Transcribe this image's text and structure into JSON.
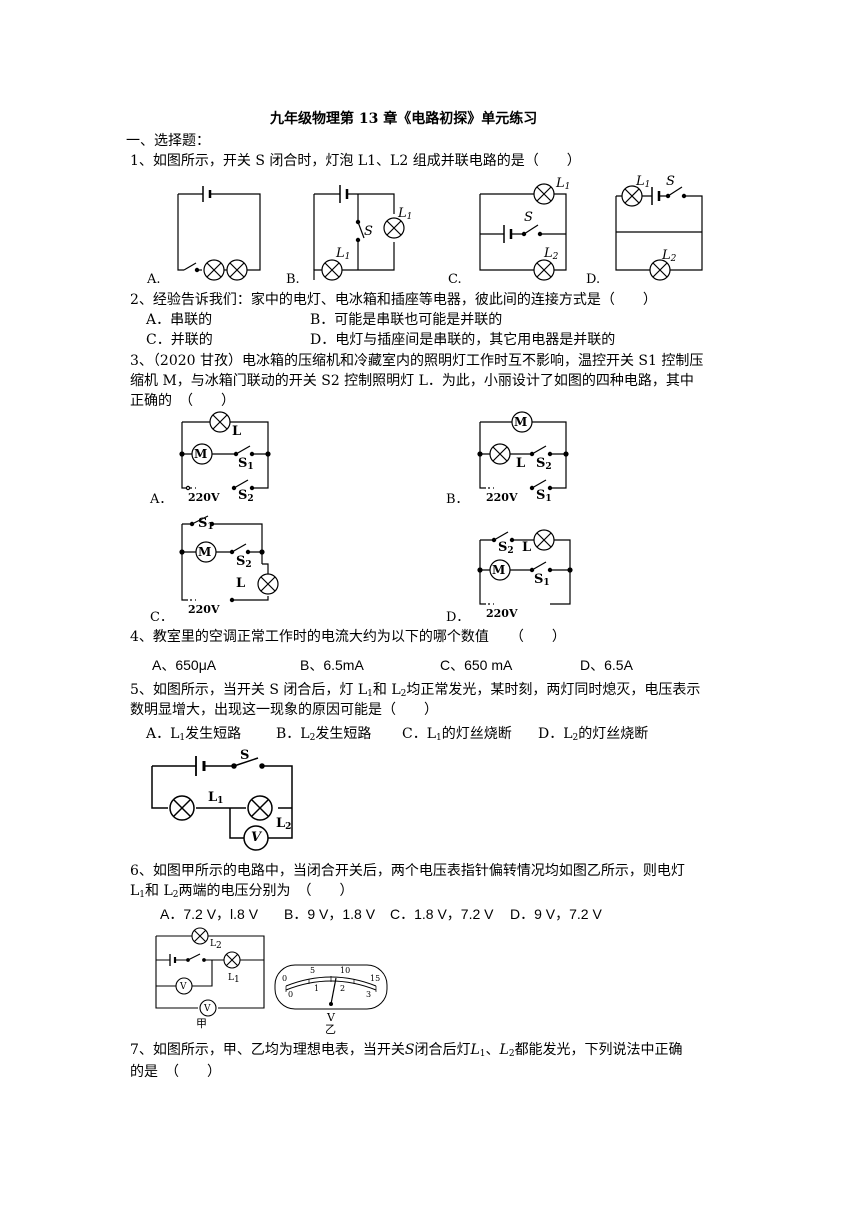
{
  "title": "九年级物理第 13 章《电路初探》单元练习",
  "section": "一、选择题：",
  "q1": {
    "stem": "1、如图所示，开关 S 闭合时，灯泡 L1、L2 组成并联电路的是（　　）",
    "options": [
      "A.",
      "B.",
      "C.",
      "D."
    ],
    "labels": {
      "s": "S",
      "l1": "L",
      "l2": "L",
      "sub1": "1",
      "sub2": "2"
    }
  },
  "q2": {
    "stem": "2、经验告诉我们：家中的电灯、电冰箱和插座等电器，彼此间的连接方式是（　　）",
    "a": "A．串联的",
    "b": "B．可能是串联也可能是并联的",
    "c": "C．并联的",
    "d": "D．电灯与插座间是串联的，其它用电器是并联的"
  },
  "q3": {
    "line1": "3、（2020 甘孜）电冰箱的压缩机和冷藏室内的照明灯工作时互不影响，温控开关 S1 控制压",
    "line2": "缩机 M，与冰箱门联动的开关 S2 控制照明灯 L．为此，小丽设计了如图的四种电路，其中",
    "line3": "正确的　（　　）",
    "options": [
      "A．",
      "B．",
      "C．",
      "D．"
    ],
    "labels": {
      "m": "M",
      "l": "L",
      "s": "S",
      "sub1": "1",
      "sub2": "2",
      "v": "220V"
    }
  },
  "q4": {
    "stem": "4、教室里的空调正常工作时的电流大约为以下的哪个数值　　（　　）",
    "a": "A、650μA",
    "b": "B、6.5mA",
    "c": "C、650 mA",
    "d": "D、6.5A"
  },
  "q5": {
    "line1_pre": "5、如图所示，当开关 S 闭合后，灯 L",
    "line1_sub1": "1",
    "line1_mid": "和 L",
    "line1_sub2": "2",
    "line1_post": "均正常发光，某时刻，两灯同时熄灭，电压表示",
    "line2": "数明显增大，出现这一现象的原因可能是（　　）",
    "a_pre": "A．L",
    "a_sub": "1",
    "a_post": "发生短路",
    "b_pre": "B．L",
    "b_sub": "2",
    "b_post": "发生短路",
    "c_pre": "C．L",
    "c_sub": "1",
    "c_post": "的灯丝烧断",
    "d_pre": "D．L",
    "d_sub": "2",
    "d_post": "的灯丝烧断",
    "labels": {
      "s": "S",
      "l": "L",
      "sub1": "1",
      "sub2": "2",
      "v": "V"
    }
  },
  "q6": {
    "line1": "6、如图甲所示的电路中，当闭合开关后，两个电压表指针偏转情况均如图乙所示，则电灯",
    "line2_pre1": "L",
    "line2_sub1": "1",
    "line2_mid": "和 L",
    "line2_sub2": "2",
    "line2_post": "两端的电压分别为　（　　）",
    "a": "A．7.2 V，l.8 V",
    "b": "B．9 V，1.8 V",
    "c": "C．1.8 V，7.2 V",
    "d": "D．9 V，7.2 V",
    "fig_labels": {
      "jia": "甲",
      "yi": "乙",
      "v": "V",
      "v1": "V",
      "v2": "V",
      "l": "L",
      "sub1": "1",
      "sub2": "2"
    },
    "scale_top": [
      "0",
      "5",
      "10",
      "15"
    ],
    "scale_bottom": [
      "0",
      "1",
      "2",
      "3"
    ]
  },
  "q7": {
    "line1_pre": "7、如图所示，甲、乙均为理想电表，当开关",
    "line1_s": "S",
    "line1_mid": "闭合后灯",
    "line1_l": "L",
    "line1_sub1": "1",
    "line1_sep": "、",
    "line1_l2": "L",
    "line1_sub2": "2",
    "line1_post": "都能发光，下列说法中正确",
    "line2": "的是　（　　）"
  }
}
